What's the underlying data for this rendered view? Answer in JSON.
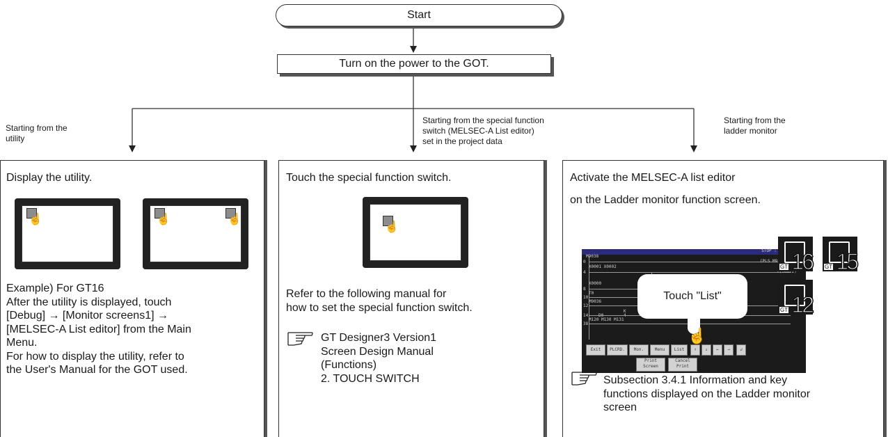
{
  "start_label": "Start",
  "step1_label": "Turn on the power to the GOT.",
  "branches": {
    "left_caption": [
      "Starting from the",
      "utility"
    ],
    "middle_caption": [
      "Starting from the special function",
      "switch (MELSEC-A List editor)",
      "set in the project data"
    ],
    "right_caption": [
      "Starting from the",
      "ladder monitor"
    ]
  },
  "panel_left": {
    "title": "Display the utility.",
    "text": [
      "Example) For GT16",
      "After the utility is displayed, touch",
      "[Debug] → [Monitor screens1] →",
      "[MELSEC-A List editor] from the Main",
      "Menu.",
      "For how to display the utility, refer to",
      "the User's Manual for the GOT used."
    ]
  },
  "panel_middle": {
    "title": "Touch the special function switch.",
    "text": [
      "Refer to the following manual for",
      "how to set the special function switch."
    ],
    "reference": [
      "GT Designer3 Version1",
      "Screen Design Manual",
      "(Functions)",
      "2. TOUCH SWITCH"
    ]
  },
  "panel_right": {
    "title_lines": [
      "Activate the MELSEC-A list editor",
      "on the Ladder monitor function screen."
    ],
    "callout": "Touch \"List\"",
    "reference": [
      "Subsection 3.4.1 Information and key",
      "functions displayed on the Ladder monitor",
      "screen"
    ]
  },
  "ladder_screen": {
    "status": "STOP :  226/ 5975",
    "labels": [
      "M9038",
      "(PLS   M910 )",
      "X0001 X0002",
      "-(Y0022)",
      "X0000",
      "T0",
      "M9036",
      "D0",
      "K",
      "4",
      "M120  M130  M131"
    ],
    "row_numbers": [
      "0",
      "4",
      "8",
      "10",
      "12",
      "14",
      "38"
    ],
    "keys": [
      "Exit",
      "PLCRD.",
      "Mon.",
      "Menu",
      "List",
      "↑",
      "↓",
      "←",
      "→",
      "↲"
    ],
    "keys2": [
      "Print",
      "Screen",
      "Cancel",
      "Print"
    ]
  },
  "gt_badges": [
    {
      "prefix": "GT",
      "number": "16"
    },
    {
      "prefix": "GT",
      "number": "15"
    },
    {
      "prefix": "GT",
      "number": "12"
    }
  ]
}
